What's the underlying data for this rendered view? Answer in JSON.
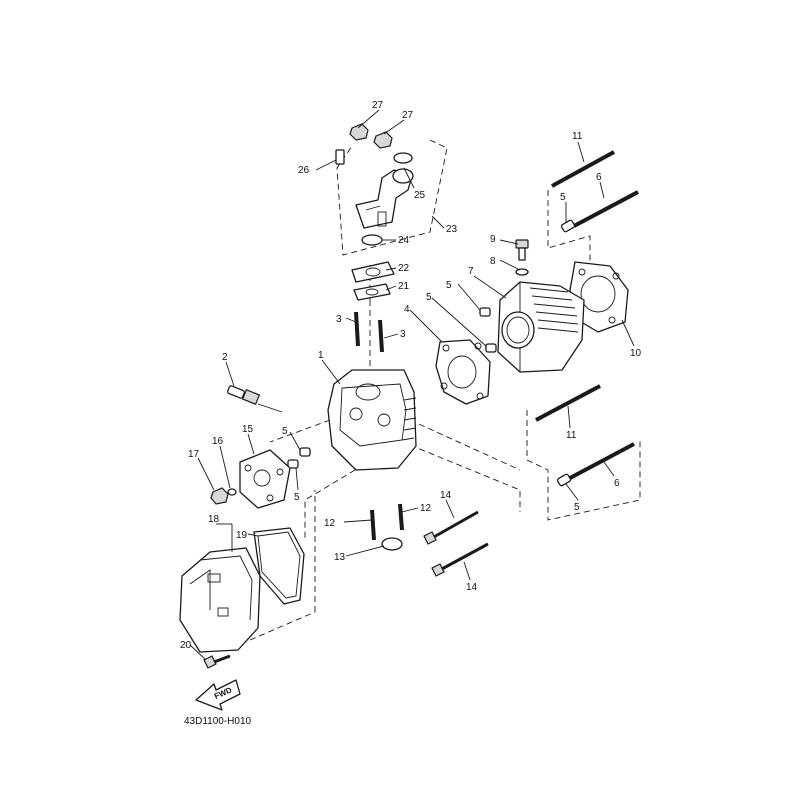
{
  "drawing_code": "43D1100-H010",
  "fwd_label": "FWD",
  "callouts": {
    "c1": "1",
    "c2": "2",
    "c3a": "3",
    "c3b": "3",
    "c4": "4",
    "c5a": "5",
    "c5b": "5",
    "c5c": "5",
    "c5d": "5",
    "c5e": "5",
    "c6a": "6",
    "c6b": "6",
    "c7": "7",
    "c8": "8",
    "c9": "9",
    "c10": "10",
    "c11a": "11",
    "c11b": "11",
    "c12a": "12",
    "c12b": "12",
    "c13": "13",
    "c14a": "14",
    "c14b": "14",
    "c15": "15",
    "c16": "16",
    "c17": "17",
    "c18": "18",
    "c19": "19",
    "c20": "20",
    "c21": "21",
    "c22": "22",
    "c23": "23",
    "c24": "24",
    "c25": "25",
    "c26": "26",
    "c27a": "27",
    "c27b": "27"
  }
}
